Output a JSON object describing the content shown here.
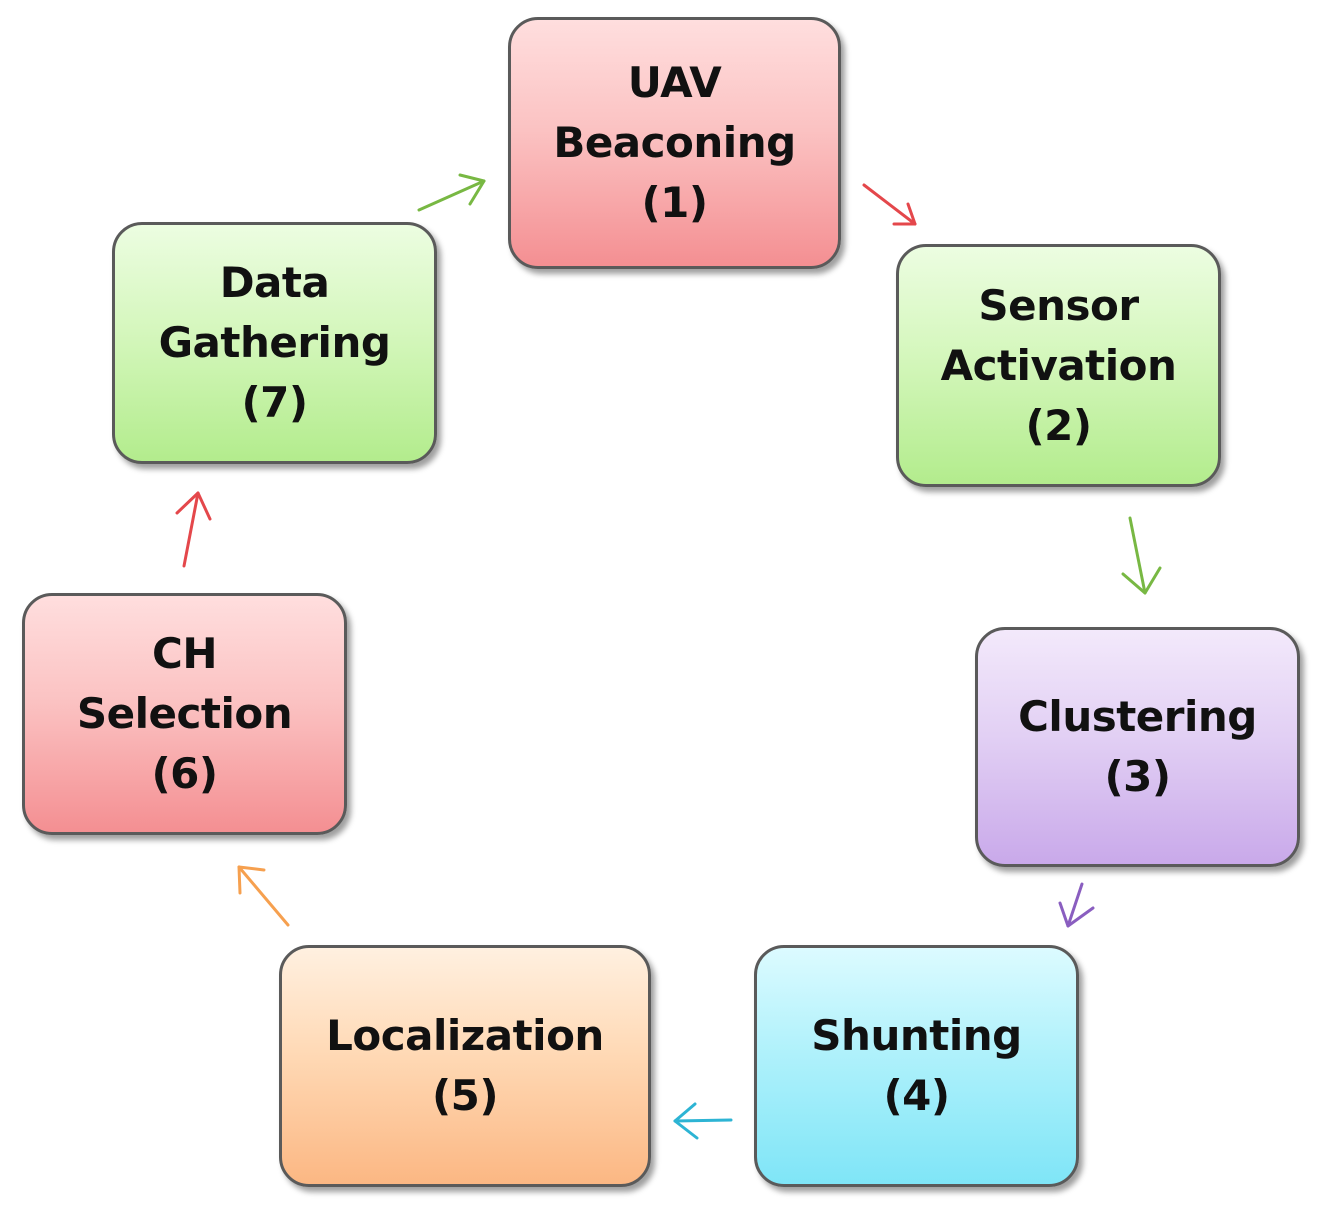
{
  "diagram": {
    "steps": [
      {
        "lines": [
          "UAV",
          "Beaconing",
          "(1)"
        ],
        "color": "#f7a9ab"
      },
      {
        "lines": [
          "Sensor",
          "Activation",
          "(2)"
        ],
        "color": "#c8f3a8"
      },
      {
        "lines": [
          "Clustering",
          "(3)"
        ],
        "color": "#d9c1f0"
      },
      {
        "lines": [
          "Shunting",
          "(4)"
        ],
        "color": "#9aeefa"
      },
      {
        "lines": [
          "Localization",
          "(5)"
        ],
        "color": "#fdca9c"
      },
      {
        "lines": [
          "CH",
          "Selection",
          "(6)"
        ],
        "color": "#f7a9ab"
      },
      {
        "lines": [
          "Data",
          "Gathering",
          "(7)"
        ],
        "color": "#c8f3a8"
      }
    ],
    "arrows": [
      {
        "from": 1,
        "to": 2,
        "color": "#e4474b"
      },
      {
        "from": 2,
        "to": 3,
        "color": "#78b843"
      },
      {
        "from": 3,
        "to": 4,
        "color": "#8a5ec0"
      },
      {
        "from": 4,
        "to": 5,
        "color": "#2db4d4"
      },
      {
        "from": 5,
        "to": 6,
        "color": "#f6a04f"
      },
      {
        "from": 6,
        "to": 7,
        "color": "#e4474b"
      },
      {
        "from": 7,
        "to": 1,
        "color": "#78b843"
      }
    ]
  }
}
